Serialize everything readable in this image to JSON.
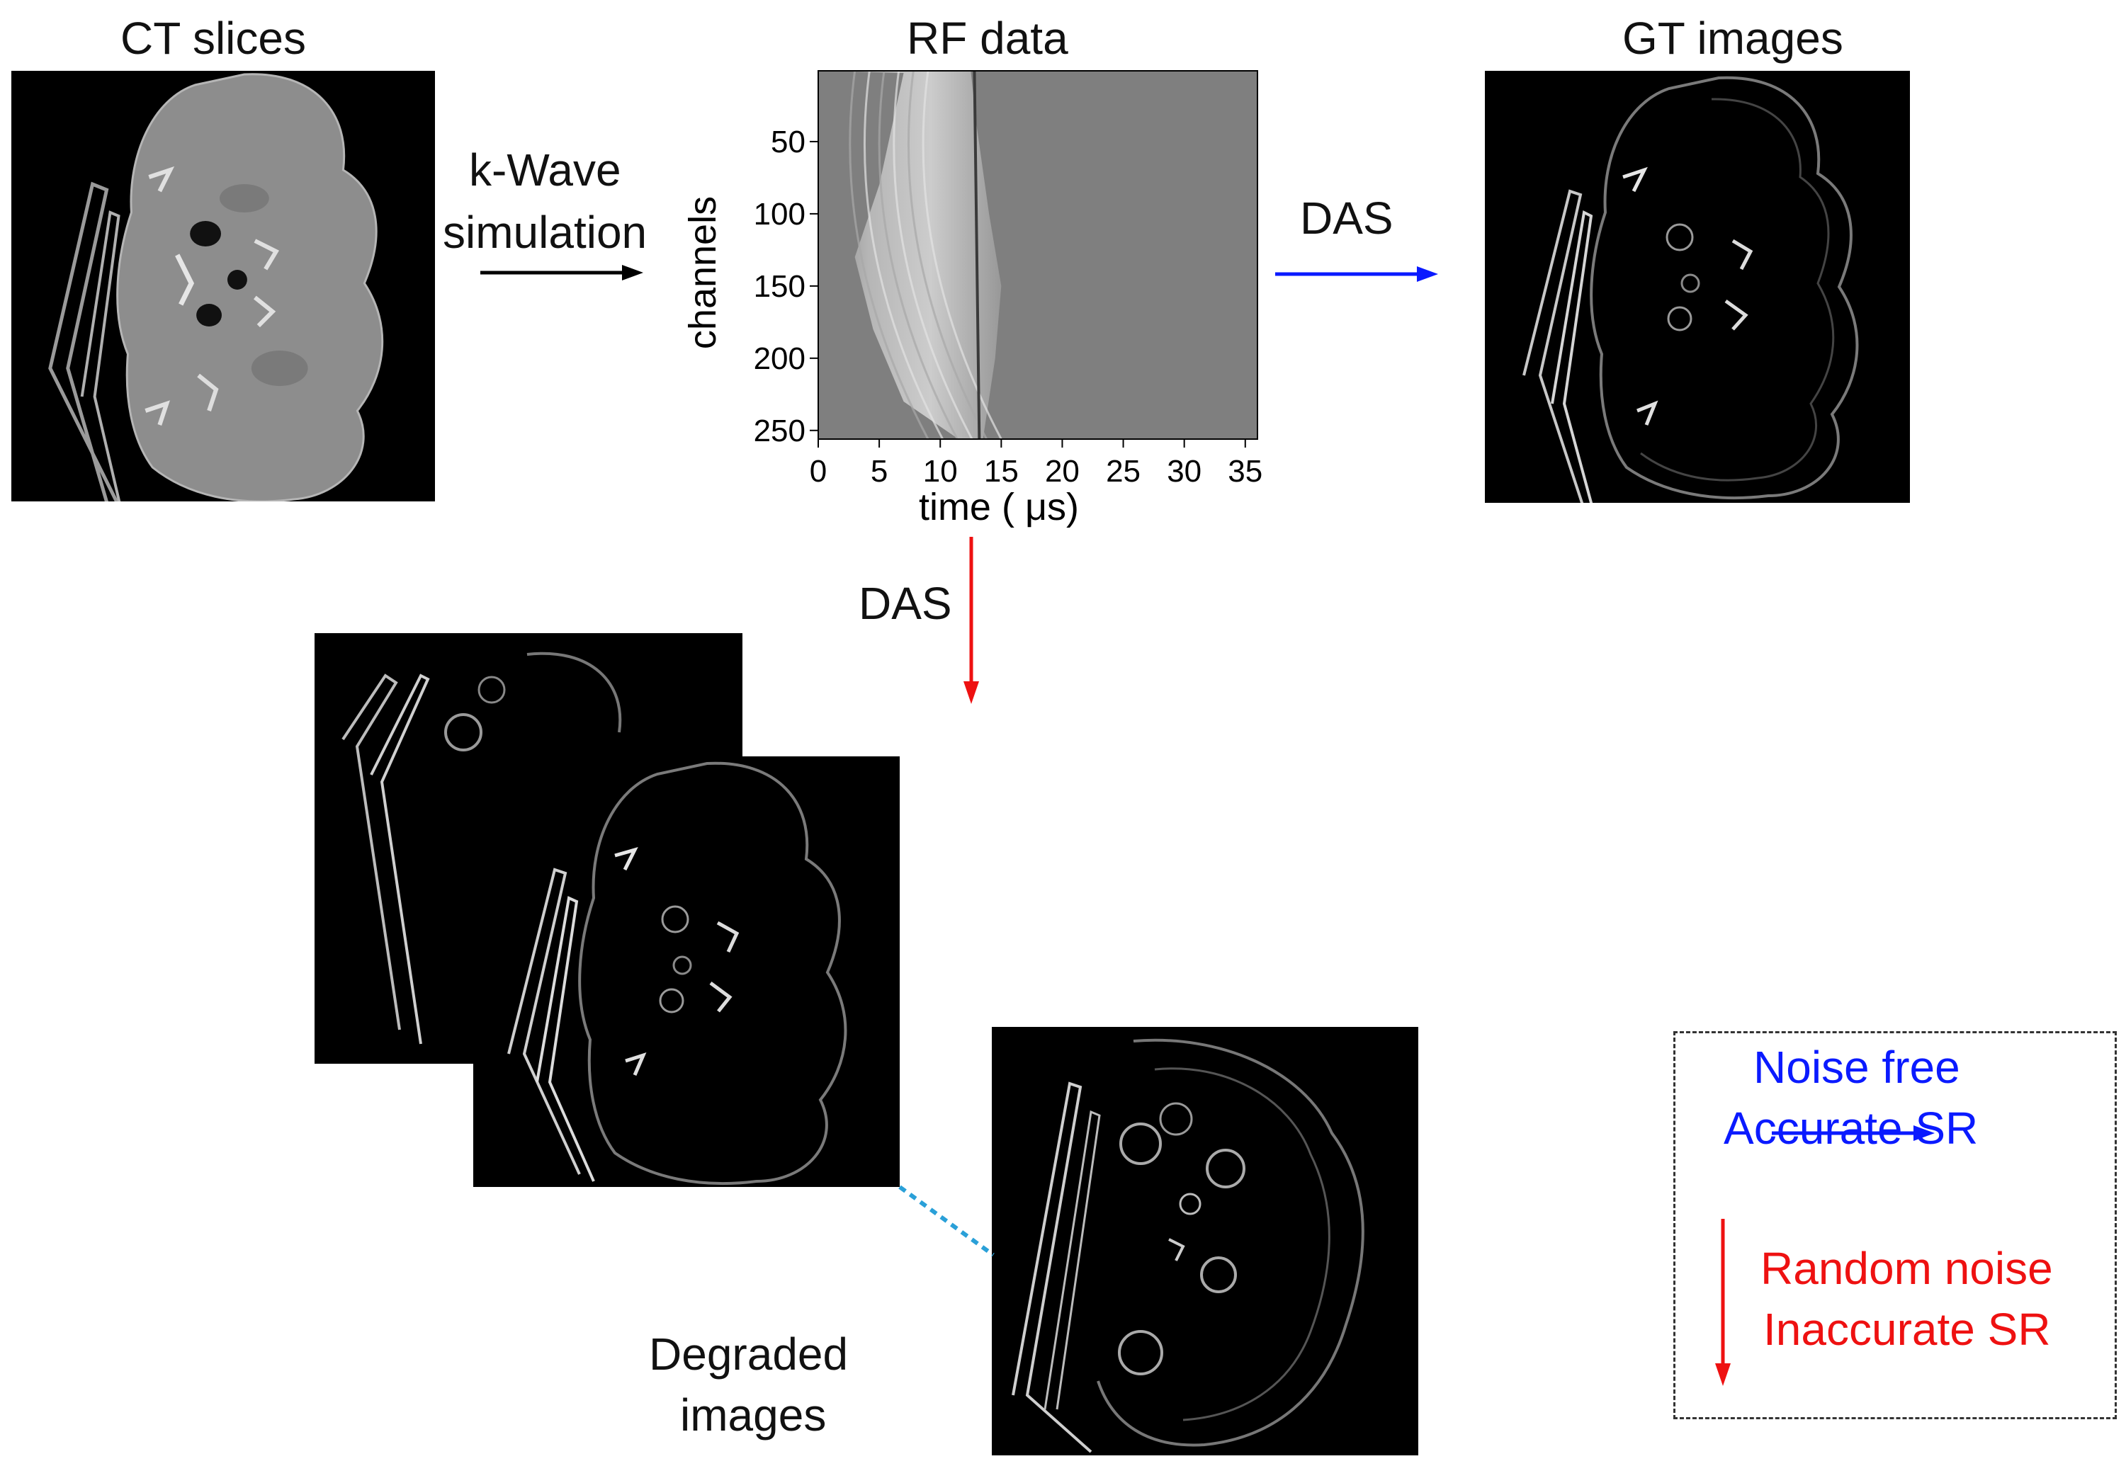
{
  "titles": {
    "ct": "CT slices",
    "rf": "RF data",
    "gt": "GT images"
  },
  "steps": {
    "kwave_line1": "k-Wave",
    "kwave_line2": "simulation",
    "das_blue": "DAS",
    "das_red": "DAS"
  },
  "degraded": {
    "line1": "Degraded",
    "line2": "images"
  },
  "legend": {
    "blue_line1": "Noise free",
    "blue_line2": "Accurate SR",
    "red_line1": "Random noise",
    "red_line2": "Inaccurate SR"
  },
  "colors": {
    "blue": "#0a1aff",
    "red": "#ee1111",
    "black": "#000000",
    "connector": "#2aa0d8"
  },
  "chart_data": {
    "type": "heatmap",
    "title": "RF data",
    "xlabel": "time  ( μs)",
    "ylabel": "channels",
    "xlim": [
      0,
      36
    ],
    "ylim": [
      256,
      1
    ],
    "xticks": [
      0,
      5,
      10,
      15,
      20,
      25,
      30,
      35
    ],
    "yticks": [
      50,
      100,
      150,
      200,
      250
    ],
    "xtick_labels": [
      "0",
      "5",
      "10",
      "15",
      "20",
      "25",
      "30",
      "35"
    ],
    "ytick_labels": [
      "50",
      "100",
      "150",
      "200",
      "250"
    ],
    "colormap": "gray"
  }
}
